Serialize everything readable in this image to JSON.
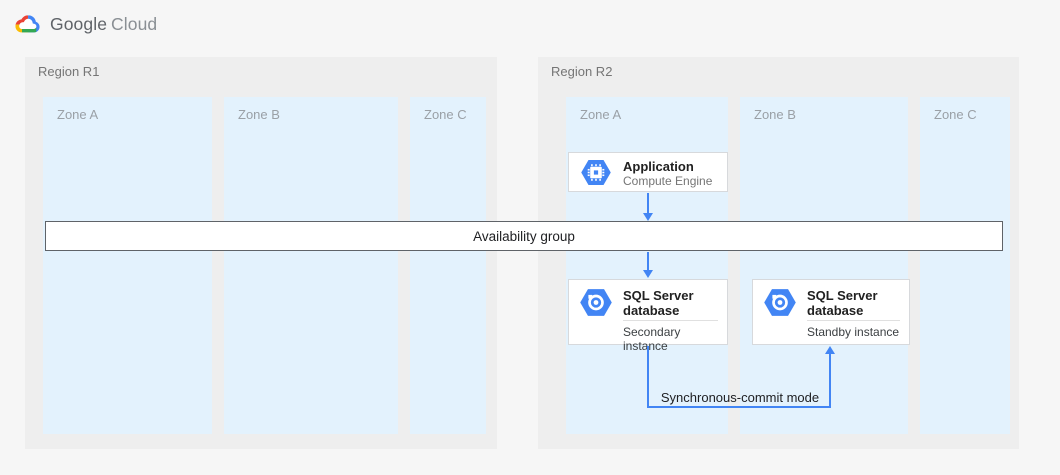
{
  "brand": {
    "part1": "Google",
    "part2": "Cloud"
  },
  "regions": [
    {
      "label": "Region R1",
      "zones": [
        {
          "label": "Zone A"
        },
        {
          "label": "Zone B"
        },
        {
          "label": "Zone C"
        }
      ]
    },
    {
      "label": "Region R2",
      "zones": [
        {
          "label": "Zone A"
        },
        {
          "label": "Zone B"
        },
        {
          "label": "Zone C"
        }
      ]
    }
  ],
  "availability_group": {
    "label": "Availability group"
  },
  "cards": {
    "application": {
      "title": "Application",
      "subtitle": "Compute Engine",
      "icon": "compute-engine-icon"
    },
    "sql_secondary": {
      "title": "SQL Server database",
      "instance": "Secondary instance",
      "icon": "sql-server-icon"
    },
    "sql_standby": {
      "title": "SQL Server database",
      "instance": "Standby instance",
      "icon": "sql-server-icon"
    }
  },
  "connections": {
    "sync_commit_label": "Synchronous-commit mode",
    "app_to_availability_group": "arrow-down",
    "availability_group_to_secondary": "arrow-down",
    "secondary_to_standby": "elbow-arrow-up"
  },
  "colors": {
    "page_bg": "#f6f6f6",
    "region_fill": "#eeeeee",
    "zone_fill": "#e3f2fd",
    "arrow_blue": "#4285f4",
    "hexagon_blue": "#4285f4",
    "bar_border": "#5f6368",
    "logo_red": "#ea4335",
    "logo_yellow": "#fbbc04",
    "logo_blue": "#4285f4",
    "logo_green": "#34a853"
  }
}
